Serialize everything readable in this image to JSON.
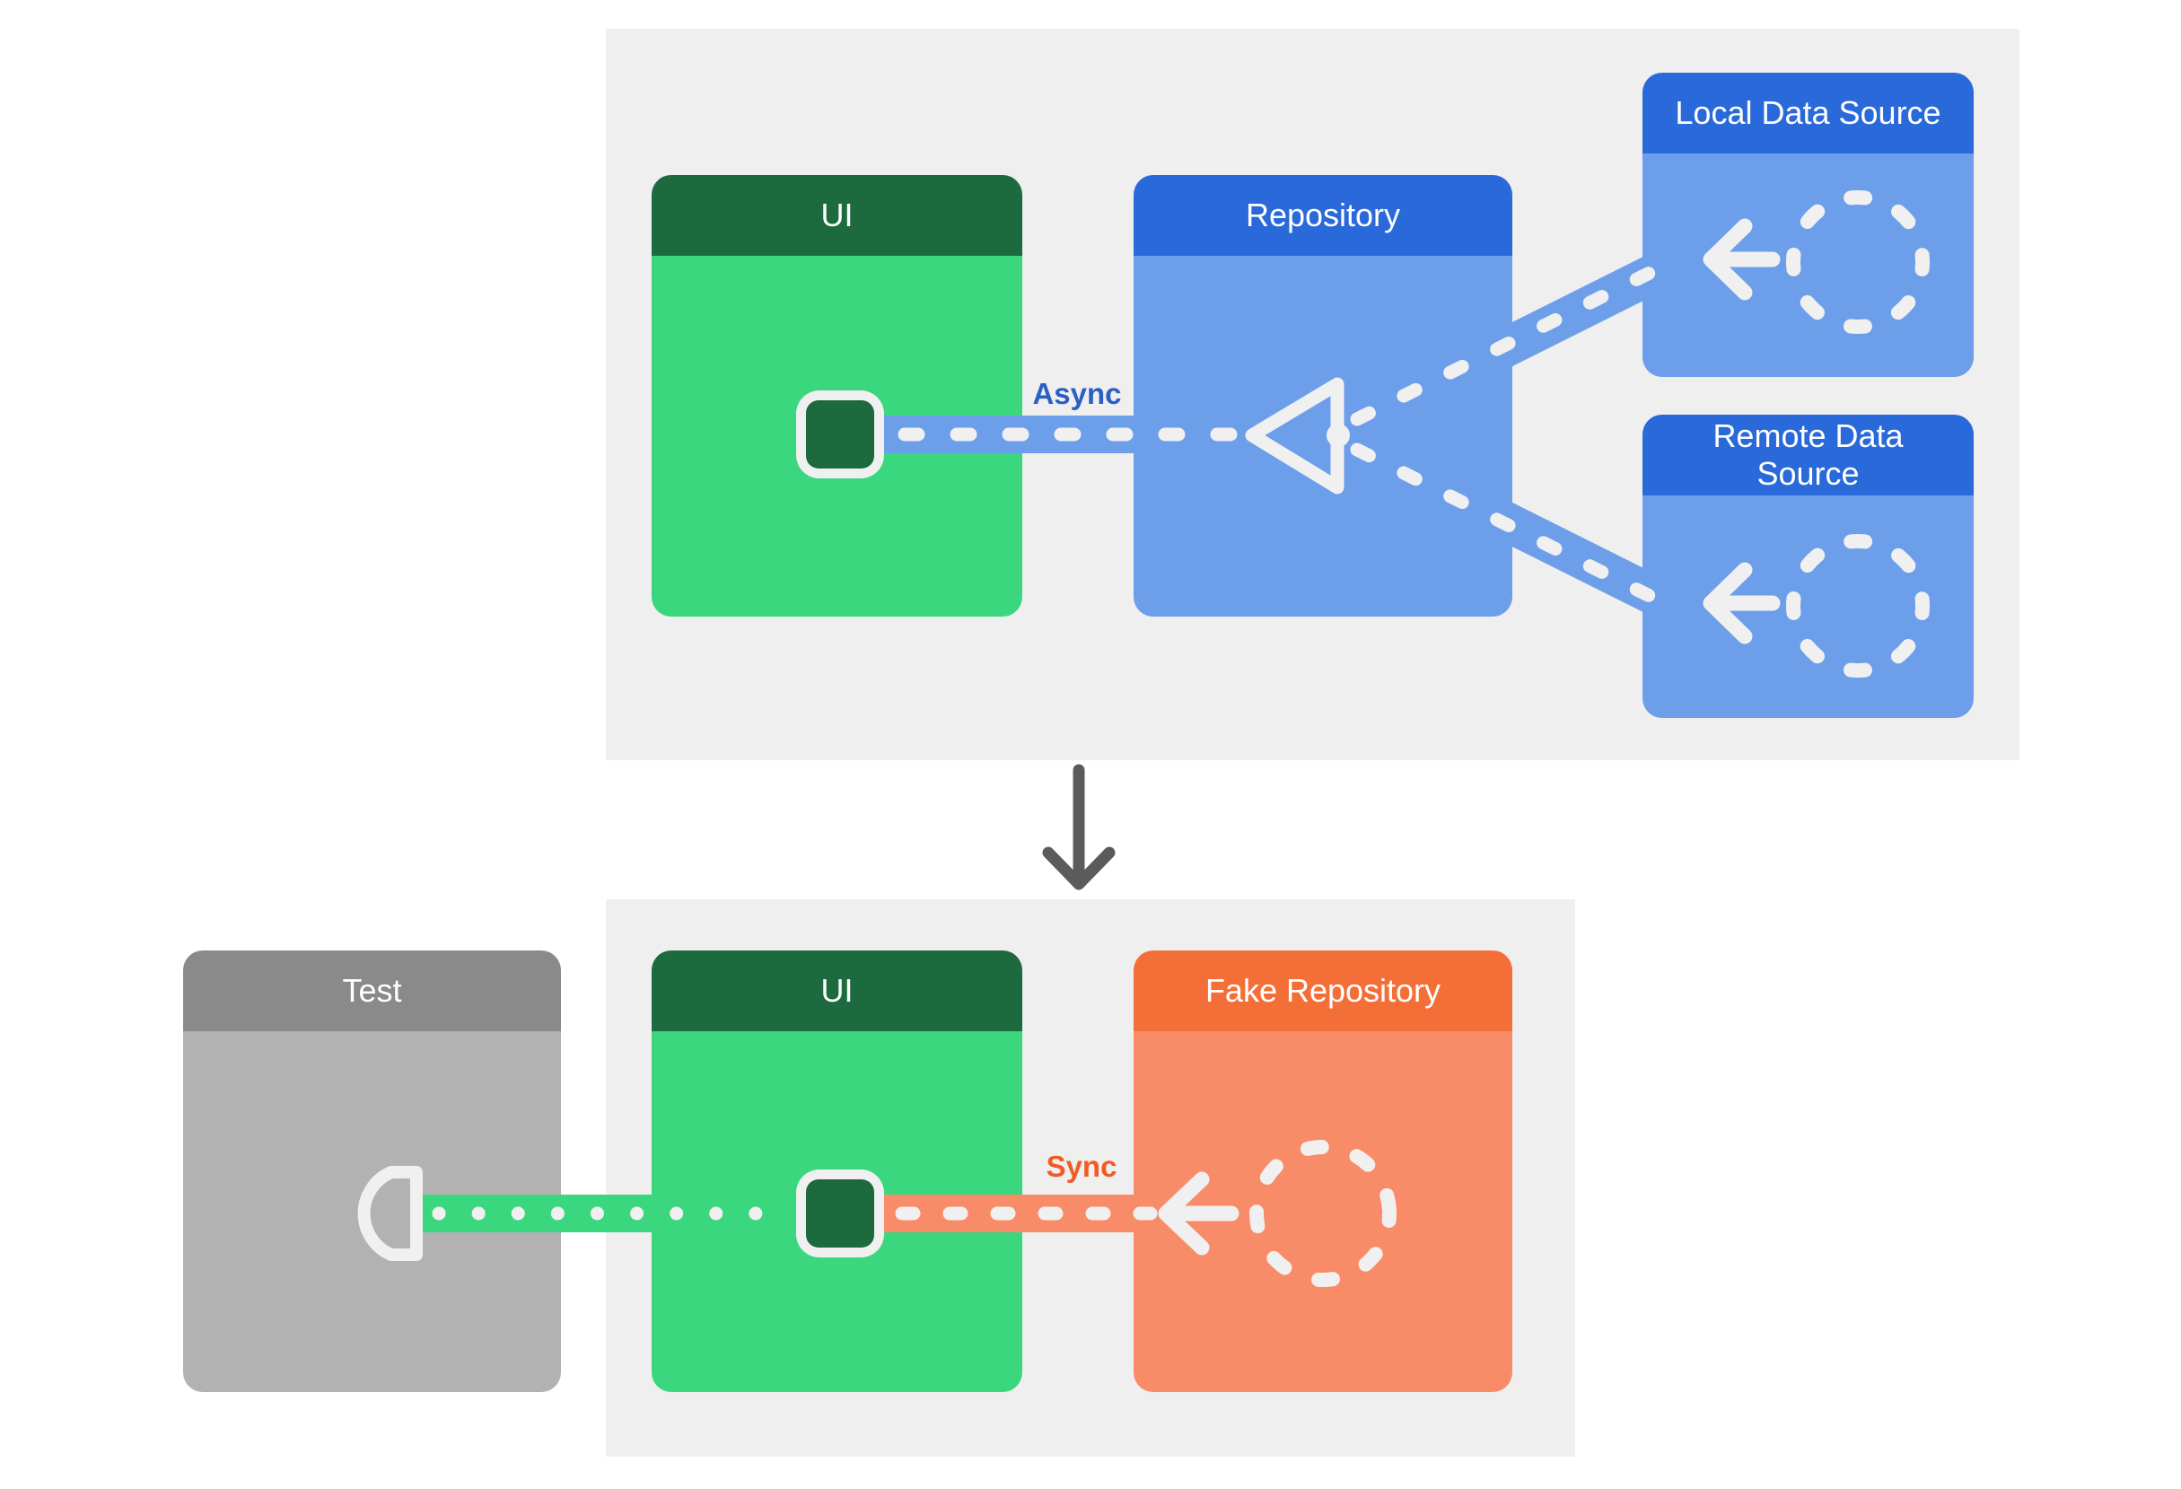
{
  "palette": {
    "page": "#ffffff",
    "panel": "#efefef",
    "green": "#3bd77f",
    "green_dark": "#1d6a3e",
    "blue": "#2a69d9",
    "blue_light": "#6d9eea",
    "orange": "#f46f38",
    "orange_light": "#f98c68",
    "gray": "#8a8a8a",
    "gray_light": "#b2b2b2",
    "glyph": "#f0f0f0",
    "arrow": "#5b5b5b",
    "async": "#2a5fc4",
    "sync": "#f25b24",
    "header_text": "#ffffff"
  },
  "top": {
    "ui_label": "UI",
    "repository_label": "Repository",
    "local_label": "Local Data Source",
    "remote_label": "Remote Data Source",
    "edge_label": "Async"
  },
  "bottom": {
    "test_label": "Test",
    "ui_label": "UI",
    "fake_label": "Fake Repository",
    "edge_label": "Sync"
  },
  "icons": {
    "flow_triangle": "triangle-merge-icon",
    "dashed_circle": "data-source-circle-icon",
    "left_arrow": "left-arrow-icon",
    "ui_square": "ui-element-icon",
    "test_plug": "test-double-icon",
    "down_arrow": "down-arrow-icon"
  }
}
